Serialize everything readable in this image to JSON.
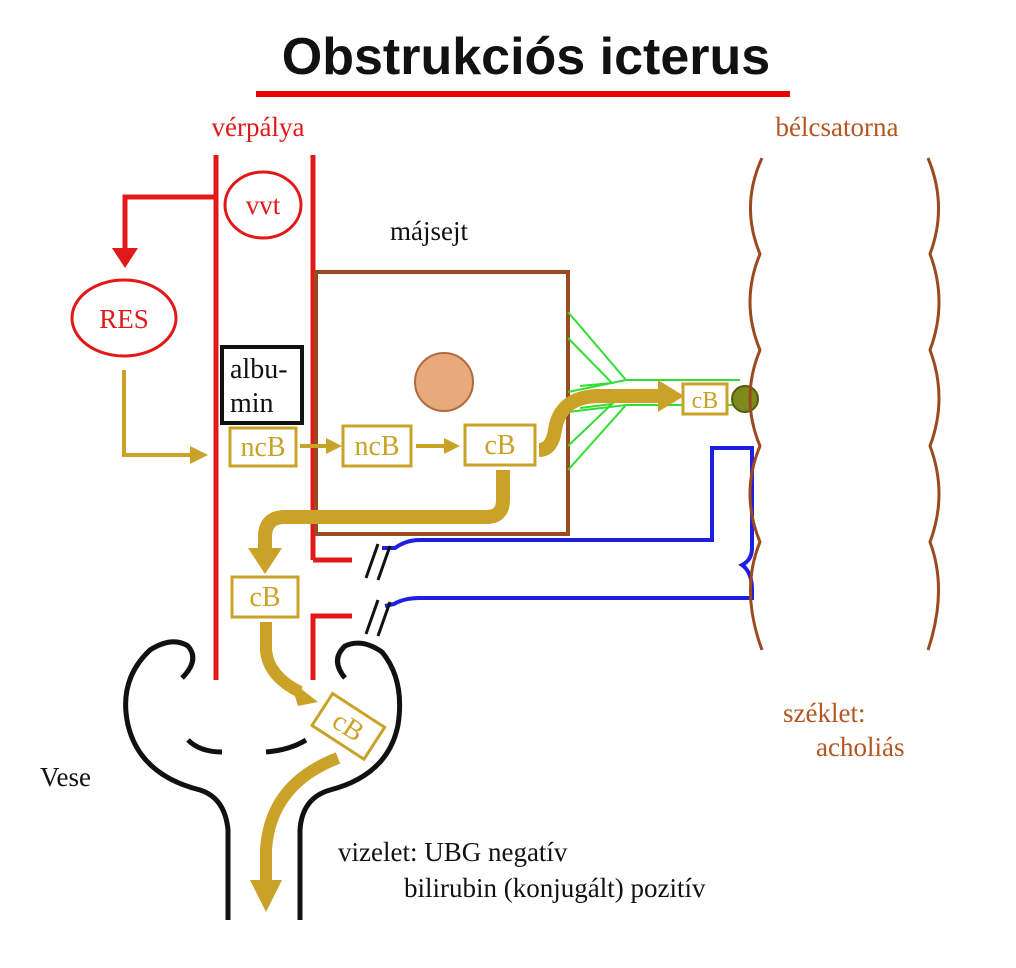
{
  "title": "Obstrukciós icterus",
  "labels": {
    "blood_path": "vérpálya",
    "rbc": "vvt",
    "res": "RES",
    "albumin_line1": "albu-",
    "albumin_line2": "min",
    "liver_cell": "májsejt",
    "intestine": "bélcsatorna",
    "stool_line1": "széklet:",
    "stool_line2": "acholiás",
    "kidney": "Vese",
    "urine_line1": "vizelet: UBG negatív",
    "urine_line2": "bilirubin (konjugált) pozitív"
  },
  "boxes": {
    "ncb_blood": "ncB",
    "ncb_liver": "ncB",
    "cb_liver": "cB",
    "cb_intestine": "cB",
    "cb_blood": "cB",
    "cb_kidney": "cB"
  },
  "colors": {
    "title_underline": "#e60000",
    "red": "#e31818",
    "gold": "#c9a227",
    "brown": "#9a4a1e",
    "intestine_label": "#b5551f",
    "blue": "#1f1fe0",
    "green": "#33dd33",
    "nucleus": "#e8a97c",
    "olive": "#7f8a1d",
    "black": "#111111"
  }
}
